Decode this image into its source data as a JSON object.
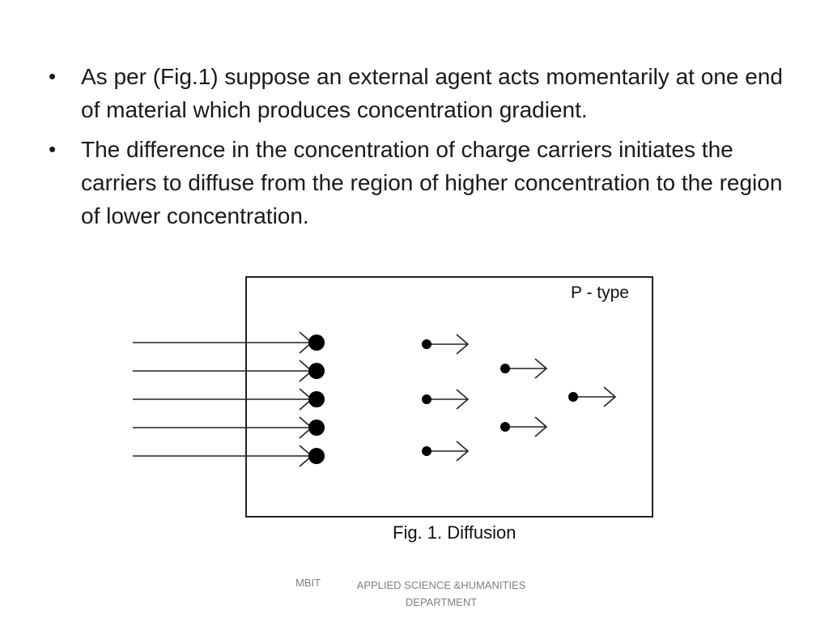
{
  "slide": {
    "bullets": [
      {
        "marker": "•",
        "text": "As per (Fig.1) suppose an external agent acts momentarily at one end of material which produces concentration gradient."
      },
      {
        "marker": "•",
        "text": "The difference in the concentration of charge carriers initiates the carriers to diffuse from the region of higher concentration to the region of lower concentration."
      }
    ],
    "figure": {
      "material_label": "P - type",
      "caption": "Fig. 1. Diffusion"
    },
    "footer": {
      "org": "MBIT",
      "department": "APPLIED SCIENCE &HUMANITIES DEPARTMENT"
    }
  }
}
